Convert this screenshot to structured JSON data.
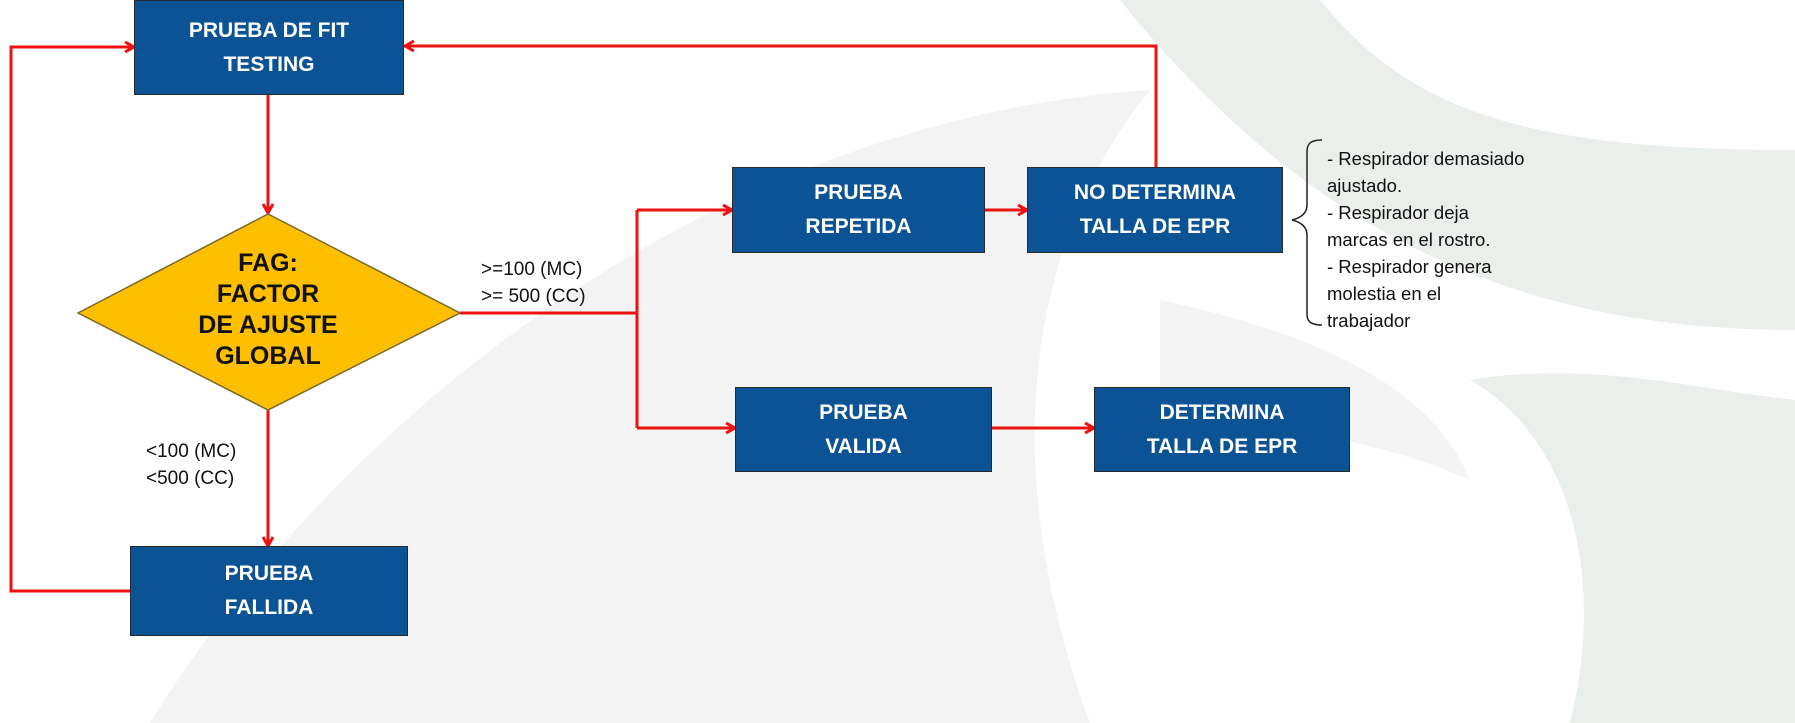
{
  "flowchart": {
    "nodes": {
      "prueba_fit": "PRUEBA DE FIT\nTESTING",
      "fag": "FAG:\nFACTOR\nDE AJUSTE\nGLOBAL",
      "prueba_repetida": "PRUEBA\nREPETIDA",
      "no_determina": "NO DETERMINA\nTALLA DE EPR",
      "prueba_valida": "PRUEBA\nVALIDA",
      "determina": "DETERMINA\nTALLA DE EPR",
      "prueba_fallida": "PRUEBA\nFALLIDA"
    },
    "edge_labels": {
      "pass_criteria": ">=100 (MC)\n>= 500 (CC)",
      "fail_criteria": "<100 (MC)\n<500 (CC)"
    },
    "notes": [
      "- Respirador demasiado",
      "ajustado.",
      "- Respirador deja",
      "marcas en el rostro.",
      "- Respirador genera",
      "molestia en el",
      "trabajador"
    ],
    "colors": {
      "box_fill": "#0b5394",
      "diamond_fill": "#fdbf00",
      "arrow": "#ee1111",
      "watermark": "#e6ebe6"
    }
  }
}
